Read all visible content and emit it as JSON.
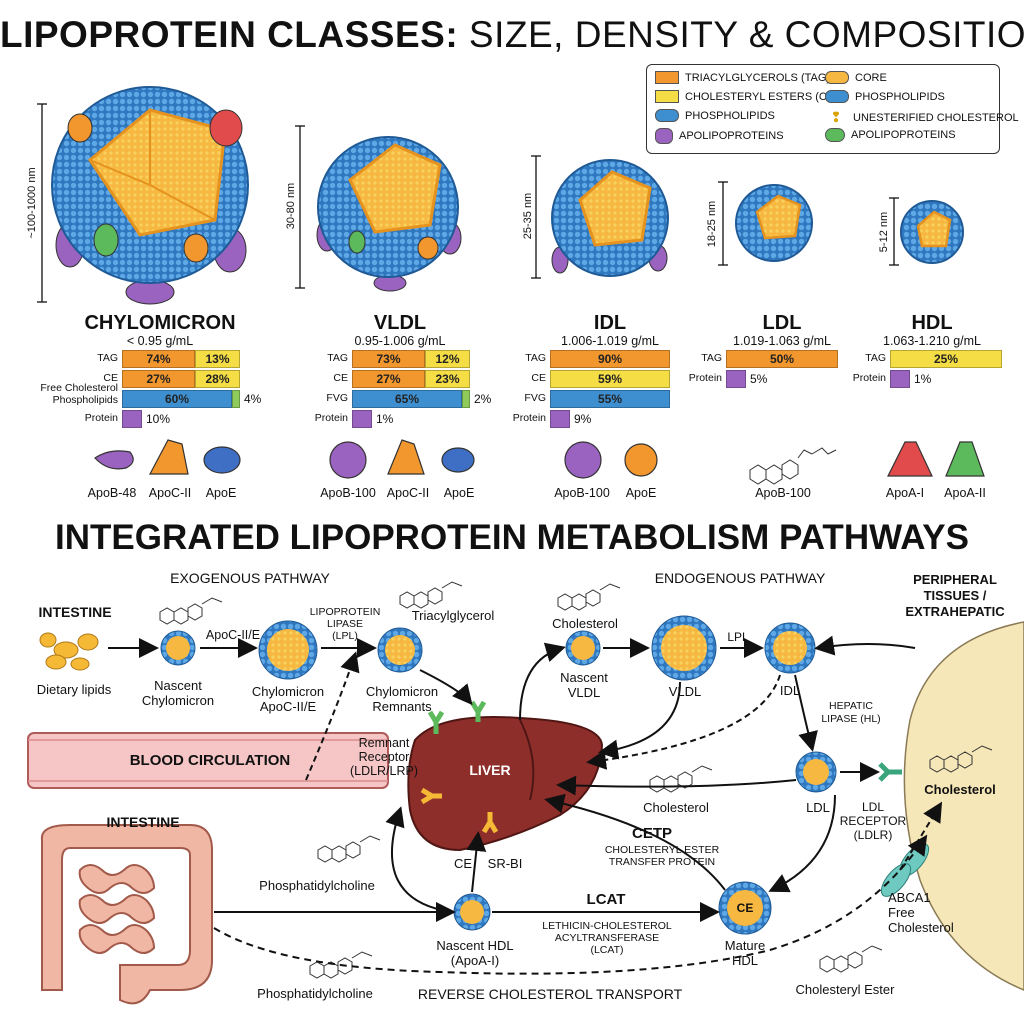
{
  "title_bold": "LIPOPROTEIN CLASSES:",
  "title_rest": " SIZE, DENSITY & COMPOSITION",
  "legend": {
    "left": [
      {
        "label": "TRIACYLGLYCEROLS (TAG)",
        "color": "#f2962e"
      },
      {
        "label": "CHOLESTERYL ESTERS (CE)",
        "color": "#f4dd45"
      },
      {
        "label": "PHOSPHOLIPIDS",
        "color": "#3e8fd0"
      },
      {
        "label": "APOLIPOPROTEINS",
        "color": "#9b63c0"
      }
    ],
    "right": [
      {
        "label": "CORE",
        "color": "#f6b840"
      },
      {
        "label": "PHOSPHOLIPIDS",
        "color": "#3e8fd0"
      },
      {
        "label": "UNESTERIFIED CHOLESTEROL",
        "color": "#f0c94a"
      },
      {
        "label": "APOLIPOPROTEINS",
        "color": "#5cba5c"
      }
    ]
  },
  "classes": [
    {
      "name": "CHYLOMICRON",
      "density": "< 0.95 g/mL",
      "size": "~100-1000 nm",
      "rows": [
        {
          "label": "TAG",
          "segs": [
            {
              "t": "74%",
              "c": "#f2962e"
            },
            {
              "t": "13%",
              "c": "#f4dd45"
            }
          ]
        },
        {
          "label": "CE",
          "segs": [
            {
              "t": "27%",
              "c": "#f2962e"
            },
            {
              "t": "28%",
              "c": "#f4dd45"
            }
          ]
        },
        {
          "label": "Free Cholesterol\nPhospholipids",
          "segs": [
            {
              "t": "60%",
              "c": "#3e8fd0"
            },
            {
              "t": "",
              "c": "#8fcb5a"
            }
          ],
          "after": "4%"
        },
        {
          "label": "Protein",
          "segs": [
            {
              "t": "",
              "c": "#9b63c0"
            }
          ],
          "after": "10%"
        }
      ],
      "apos": [
        "ApoB-48",
        "ApoC-II",
        "ApoE"
      ]
    },
    {
      "name": "VLDL",
      "density": "0.95-1.006 g/mL",
      "size": "30-80 nm",
      "rows": [
        {
          "label": "TAG",
          "segs": [
            {
              "t": "73%",
              "c": "#f2962e"
            },
            {
              "t": "12%",
              "c": "#f4dd45"
            }
          ]
        },
        {
          "label": "CE",
          "segs": [
            {
              "t": "27%",
              "c": "#f2962e"
            },
            {
              "t": "23%",
              "c": "#f4dd45"
            }
          ]
        },
        {
          "label": "FVG",
          "segs": [
            {
              "t": "65%",
              "c": "#3e8fd0"
            },
            {
              "t": "",
              "c": "#8fcb5a"
            }
          ],
          "after": "2%"
        },
        {
          "label": "Protein",
          "segs": [
            {
              "t": "",
              "c": "#9b63c0"
            }
          ],
          "after": "1%"
        }
      ],
      "apos": [
        "ApoB-100",
        "ApoC-II",
        "ApoE"
      ]
    },
    {
      "name": "IDL",
      "density": "1.006-1.019 g/mL",
      "size": "25-35 nm",
      "rows": [
        {
          "label": "TAG",
          "segs": [
            {
              "t": "90%",
              "c": "#f2962e"
            }
          ]
        },
        {
          "label": "CE",
          "segs": [
            {
              "t": "59%",
              "c": "#f4dd45"
            }
          ]
        },
        {
          "label": "FVG",
          "segs": [
            {
              "t": "55%",
              "c": "#3e8fd0"
            }
          ]
        },
        {
          "label": "Protein",
          "segs": [
            {
              "t": "",
              "c": "#9b63c0"
            }
          ],
          "after": "9%"
        }
      ],
      "apos": [
        "ApoB-100",
        "ApoE"
      ]
    },
    {
      "name": "LDL",
      "density": "1.019-1.063 g/mL",
      "size": "18-25 nm",
      "rows": [
        {
          "label": "TAG",
          "segs": [
            {
              "t": "50%",
              "c": "#f2962e"
            }
          ]
        },
        {
          "label": "Protein",
          "segs": [
            {
              "t": "",
              "c": "#9b63c0"
            }
          ],
          "after": "5%"
        }
      ],
      "apos": [
        "ApoB-100"
      ]
    },
    {
      "name": "HDL",
      "density": "1.063-1.210 g/mL",
      "size": "5-12 nm",
      "rows": [
        {
          "label": "TAG",
          "segs": [
            {
              "t": "25%",
              "c": "#f4dd45"
            }
          ]
        },
        {
          "label": "Protein",
          "segs": [
            {
              "t": "",
              "c": "#9b63c0"
            }
          ],
          "after": "1%"
        }
      ],
      "apos": [
        "ApoA-I",
        "ApoA-II"
      ]
    }
  ],
  "title2": "INTEGRATED LIPOPROTEIN METABOLISM PATHWAYS",
  "pathway": {
    "exogenous": "EXOGENOUS PATHWAY",
    "endogenous": "ENDOGENOUS PATHWAY",
    "peripheral": "PERIPHERAL\nTISSUES /\nEXTRAHEPATIC",
    "intestine_top": "INTESTINE",
    "dietary": "Dietary lipids",
    "apoc": "ApoC-II/E",
    "nascent_chylo": "Nascent\nChylomicron",
    "chylo_apo": "Chylomicron\nApoC-II/E",
    "lpl1": "LIPOPROTEIN\nLIPASE\n(LPL)",
    "triacyl": "Triacylglycerol",
    "remnants": "Chylomicron\nRemnants",
    "cholesterol_top": "Cholesterol",
    "nascent_vldl": "Nascent\nVLDL",
    "vldl": "VLDL",
    "lpl2": "LPL",
    "idl": "IDL",
    "hepatic": "HEPATIC\nLIPASE (HL)",
    "blood": "BLOOD CIRCULATION",
    "remnant_receptor": "Remnant\nReceptor\n(LDLR/LRP)",
    "liver": "LIVER",
    "cholesterol_mid": "Cholesterol",
    "ldl": "LDL",
    "ldl_receptor": "LDL\nRECEPTOR\n(LDLR)",
    "cholesterol_peri": "Cholesterol",
    "intestine_bottom": "INTESTINE",
    "phosphatidylcholine1": "Phosphatidylcholine",
    "ce": "CE",
    "srbi": "SR-BI",
    "cetp": "CETP",
    "cetp_full": "CHOLESTERYL ESTER\nTRANSFER PROTEIN",
    "lcat": "LCAT",
    "lcat_full": "LETHICIN-CHOLESTEROL\nACYLTRANSFERASE\n(LCAT)",
    "nascent_hdl": "Nascent HDL\n(ApoA-I)",
    "ce_core": "CE",
    "mature_hdl": "Mature\nHDL",
    "abca1": "ABCA1\nFree\nCholesterol",
    "phosphatidylcholine2": "Phosphatidylcholine",
    "rct": "REVERSE CHOLESTEROL TRANSPORT",
    "cholesteryl_ester": "Cholesteryl Ester"
  }
}
